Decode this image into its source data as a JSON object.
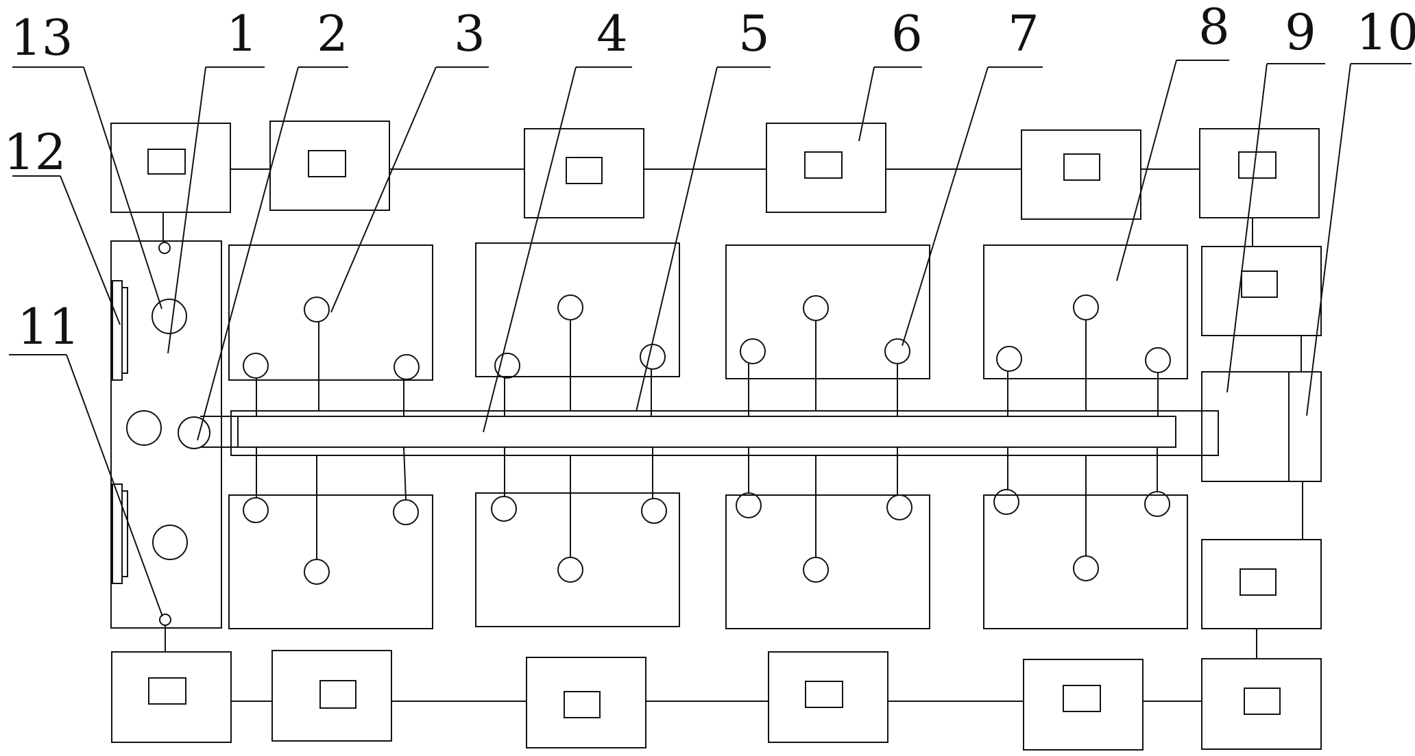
{
  "diagram": {
    "callouts": [
      {
        "id": "13",
        "label": "13"
      },
      {
        "id": "1",
        "label": "1"
      },
      {
        "id": "2",
        "label": "2"
      },
      {
        "id": "3",
        "label": "3"
      },
      {
        "id": "4",
        "label": "4"
      },
      {
        "id": "5",
        "label": "5"
      },
      {
        "id": "6",
        "label": "6"
      },
      {
        "id": "7",
        "label": "7"
      },
      {
        "id": "8",
        "label": "8"
      },
      {
        "id": "9",
        "label": "9"
      },
      {
        "id": "10",
        "label": "10"
      },
      {
        "id": "12",
        "label": "12"
      },
      {
        "id": "11",
        "label": "11"
      }
    ]
  }
}
